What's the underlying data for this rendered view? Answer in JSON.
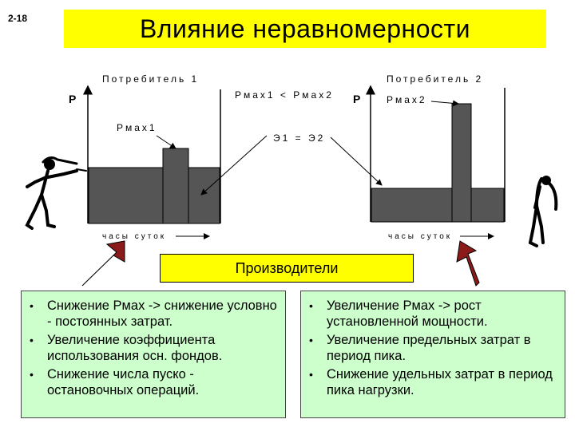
{
  "slide_number": "2-18",
  "title": "Влияние неравномерности",
  "diagram": {
    "left": {
      "heading": "Потребитель 1",
      "axis_p": "P",
      "pmax_label": "Pмах1",
      "time_label": "часы суток"
    },
    "right": {
      "heading": "Потребитель 2",
      "axis_p": "P",
      "pmax_label": "Pмах2",
      "time_label": "часы суток"
    },
    "comparison": "Pмах1 < Pмах2",
    "energy_equal": "Э1 = Э2"
  },
  "producers_label": "Производители",
  "left_bullets": [
    "Снижение Рмах -> снижение условно - постоянных затрат.",
    "Увеличение коэффициента использования осн. фондов.",
    "Снижение числа пуско - остановочных операций."
  ],
  "right_bullets": [
    "Увеличение Рмах -> рост установленной мощности.",
    "Увеличение предельных затрат в период пика.",
    "Снижение удельных затрат в период пика нагрузки."
  ],
  "colors": {
    "title_bg": "#ffff00",
    "text_box_bg": "#ccffcc",
    "bar_fill": "#555555",
    "arrow_fill": "#8b1a1a"
  },
  "icons": [
    "pointing-man-icon",
    "tired-man-icon",
    "up-right-arrow-icon",
    "up-left-arrow-icon"
  ]
}
